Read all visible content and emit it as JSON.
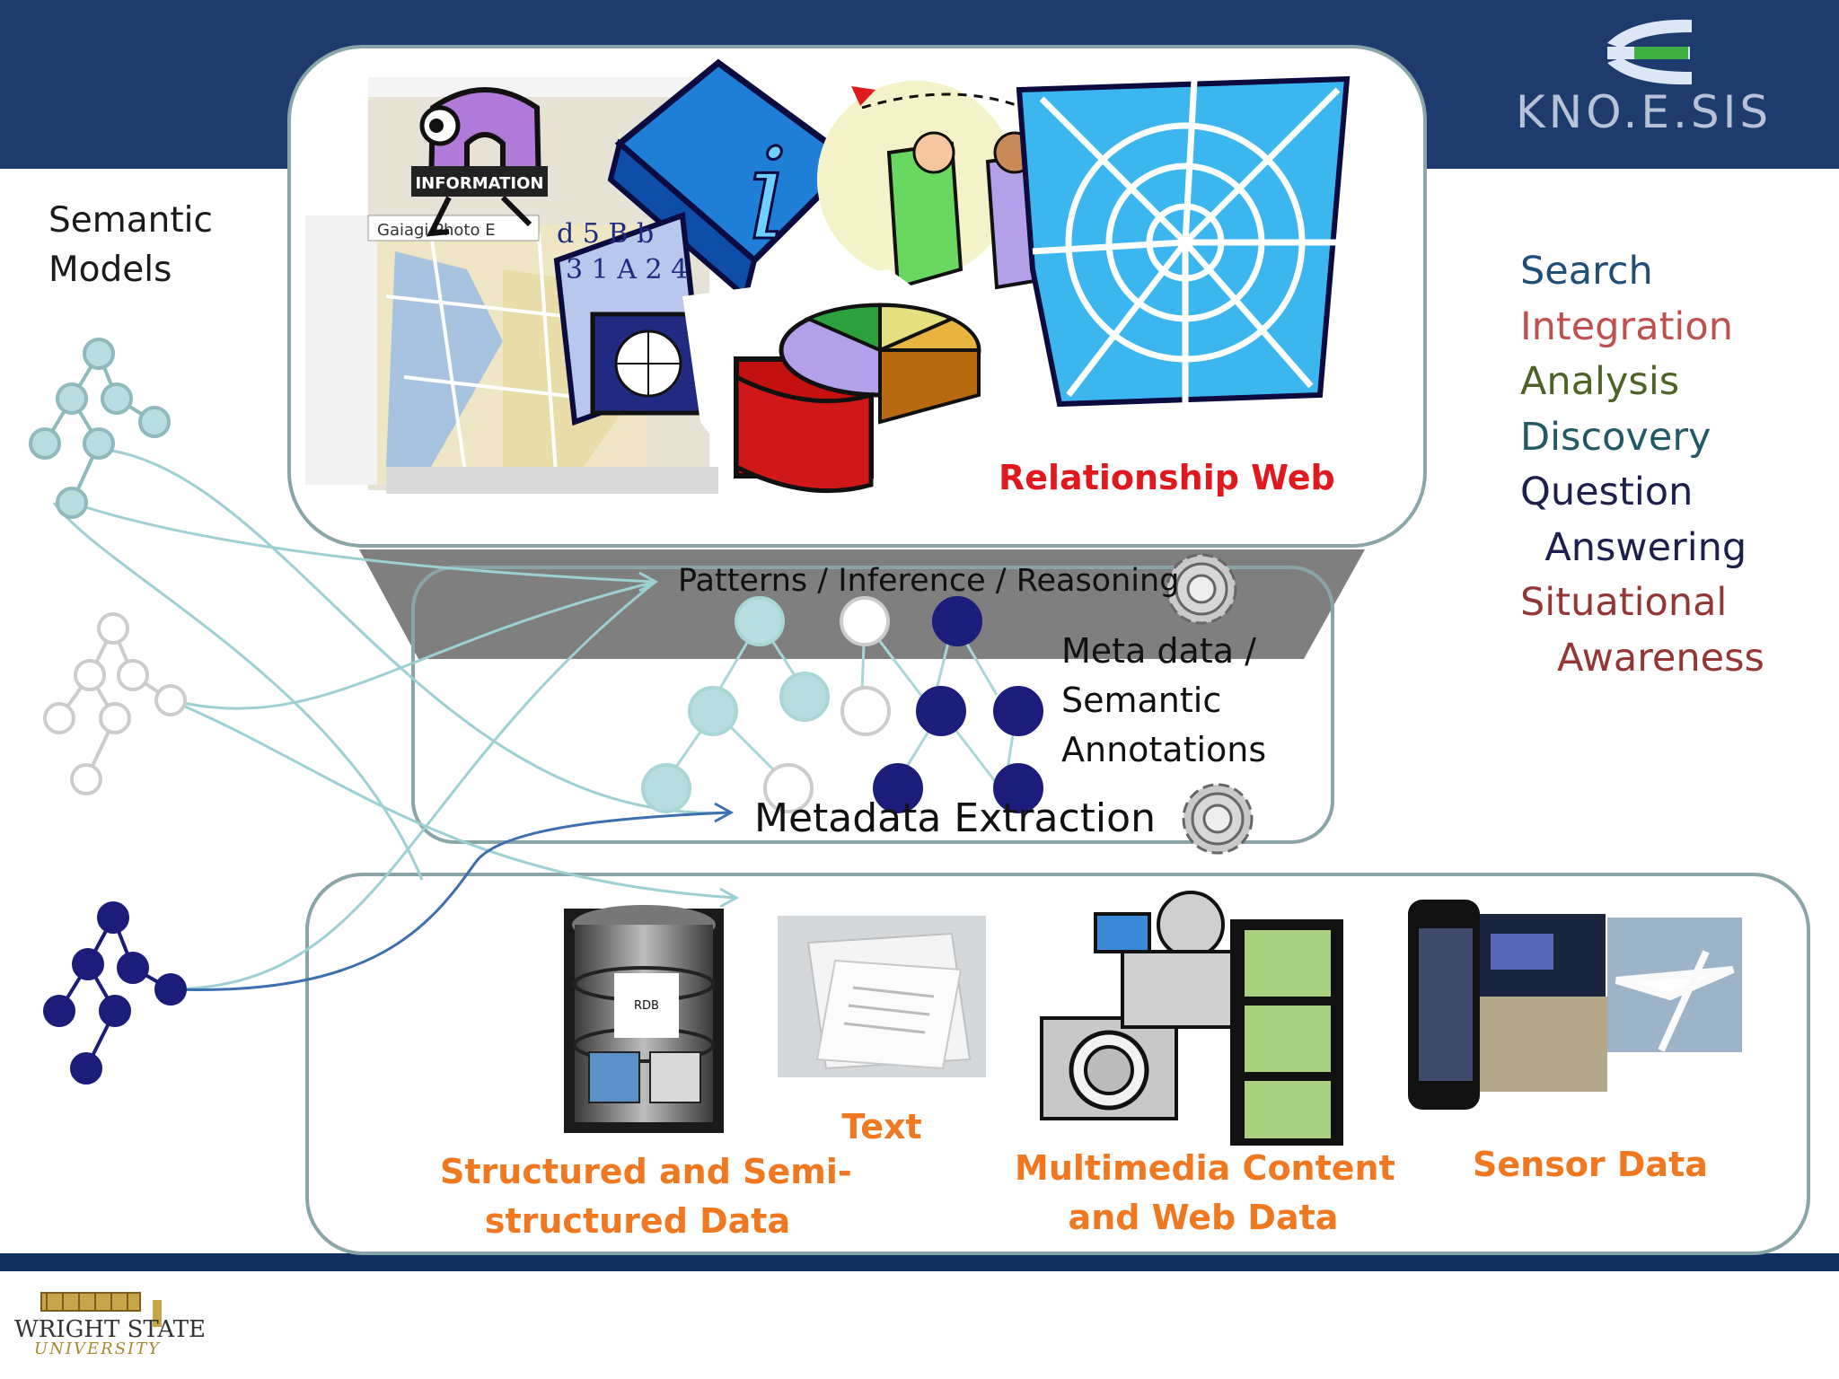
{
  "brand": {
    "logo_text": "KNO.E.SIS",
    "university": "WRIGHT STATE",
    "university_sub": "UNIVERSITY"
  },
  "left": {
    "title": "Semantic Models"
  },
  "top_box": {
    "label": "Relationship Web",
    "clipart_text": "INFORMATION",
    "map_text": "Gaiagi Photo E"
  },
  "middle": {
    "patterns": "Patterns / Inference / Reasoning",
    "annotations": "Meta data /\nSemantic\nAnnotations",
    "extraction": "Metadata Extraction"
  },
  "right_list": [
    {
      "text": "Search",
      "color": "#1f4e79"
    },
    {
      "text": "Integration",
      "color": "#c0504d"
    },
    {
      "text": "Analysis",
      "color": "#4f6228"
    },
    {
      "text": "Discovery",
      "color": "#215967"
    },
    {
      "text": "Question\n  Answering",
      "color": "#1f1f4f"
    },
    {
      "text": "Situational\n   Awareness",
      "color": "#943634"
    }
  ],
  "sources": {
    "structured": "Structured and Semi-\nstructured Data",
    "rdb": "RDB",
    "text": "Text",
    "multimedia": "Multimedia Content\nand Web Data",
    "sensor": "Sensor Data"
  },
  "colors": {
    "header": "#1e3b6e",
    "light_node": "#b7dde0",
    "dark_node": "#1c1c7a",
    "source_label": "#f07820",
    "relationship": "#e0191f"
  }
}
